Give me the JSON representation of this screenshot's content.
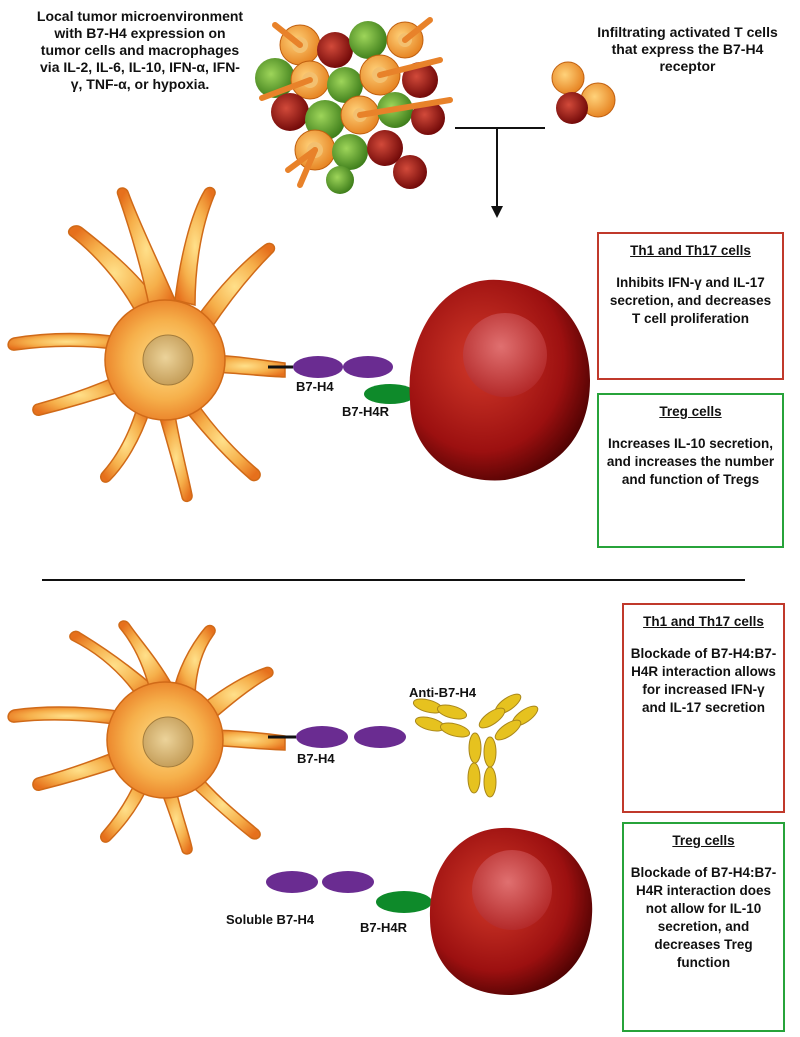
{
  "top": {
    "left_text": "Local tumor microenvironment with B7-H4 expression on tumor cells and macrophages via IL-2, IL-6, IL-10, IFN-α, IFN-γ, TNF-α, or hypoxia.",
    "right_text": "Infiltrating activated T cells that express the B7-H4 receptor"
  },
  "panel1": {
    "label_b7h4": "B7-H4",
    "label_b7h4r": "B7-H4R",
    "box_th": {
      "title": "Th1 and Th17 cells",
      "body": "Inhibits IFN-γ and IL-17 secretion, and decreases T cell proliferation"
    },
    "box_treg": {
      "title": "Treg cells",
      "body": "Increases IL-10 secretion, and increases the number and function of Tregs"
    }
  },
  "panel2": {
    "label_anti": "Anti-B7-H4",
    "label_b7h4": "B7-H4",
    "label_soluble": "Soluble B7-H4",
    "label_b7h4r": "B7-H4R",
    "box_th": {
      "title": "Th1 and Th17 cells",
      "body": "Blockade of B7-H4:B7-H4R interaction allows for increased IFN-γ and IL-17 secretion"
    },
    "box_treg": {
      "title": "Treg cells",
      "body": "Blockade of B7-H4:B7-H4R interaction does not allow for IL-10 secretion, and decreases Treg function"
    }
  },
  "colors": {
    "macrophage": "#f0a040",
    "nucleus": "#d9a760",
    "t_cell": "#a01010",
    "b7h4": "#6a2c91",
    "b7h4r": "#0e8a2a",
    "antibody": "#e6c21f",
    "tumor_green": "#4f9a2a",
    "red_border": "#c0392b",
    "green_border": "#27a33a"
  }
}
